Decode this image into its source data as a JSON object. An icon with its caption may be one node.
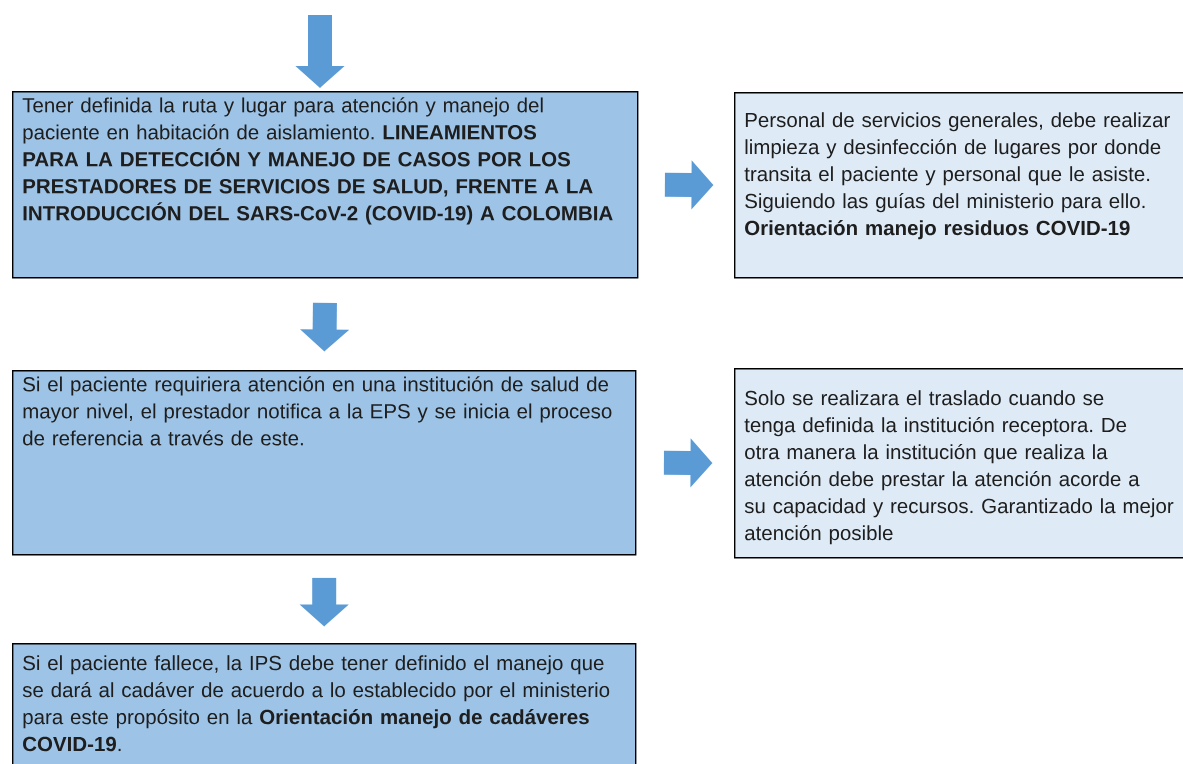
{
  "diagram": {
    "nodes": [
      {
        "text": [
          "Tener definida la ruta y lugar para atención y manejo del paciente en habitación de aislamiento. **LINEAMIENTOS PARA LA DETECCIÓN Y MANEJO DE CASOS POR LOS PRESTADORES DE SERVICIOS DE SALUD, FRENTE A LA INTRODUCCIÓN DEL SARS-CoV-2 (COVID-19) A COLOMBIA**"
        ]
      },
      {
        "text": [
          "Personal de servicios generales, debe realizar limpieza y desinfección de lugares por donde transita el paciente y personal que le asiste. Siguiendo las guías del ministerio para ello. **Orientación manejo residuos COVID-19**"
        ]
      },
      {
        "text": [
          "Si el paciente requiriera atención en una institución de salud de mayor nivel, el prestador notifica a la EPS y se inicia el proceso de referencia a través de este."
        ]
      },
      {
        "text": [
          "Solo se realizara el traslado cuando se tenga definida la institución receptora. De otra manera la institución que realiza la atención debe prestar la atención acorde a su capacidad y recursos. Garantizado la mejor atención posible"
        ]
      },
      {
        "text": [
          "Si el paciente fallece, la IPS debe tener definido el manejo que se dará al cadáver de acuerdo a lo establecido por el ministerio para este propósito en la **Orientación manejo de cadáveres COVID-19**."
        ]
      }
    ],
    "edges": [
      {
        "from": null,
        "to": 0,
        "arrow": "to"
      },
      {
        "from": 0,
        "to": 1,
        "arrow": "to"
      },
      {
        "from": 0,
        "to": 2,
        "arrow": "to"
      },
      {
        "from": 2,
        "to": 3,
        "arrow": "to"
      },
      {
        "from": 2,
        "to": 4,
        "arrow": "to"
      }
    ]
  }
}
